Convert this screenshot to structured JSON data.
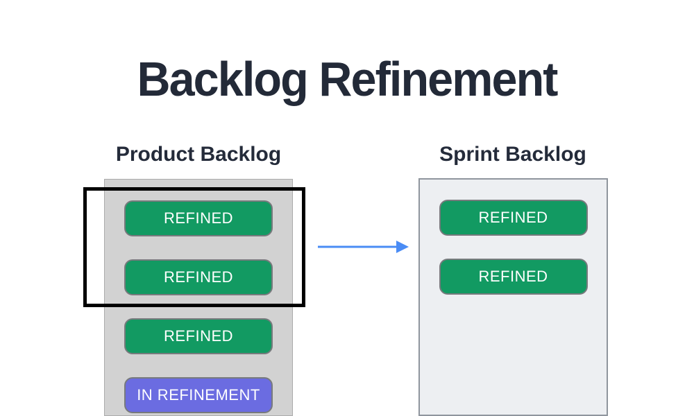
{
  "page": {
    "title": "Backlog Refinement",
    "background": "#ffffff"
  },
  "colors": {
    "title_text": "#232a38",
    "heading_text": "#242b3a",
    "refined_green": "#129a62",
    "in_refinement_purple": "#6b6ce1",
    "arrow_blue": "#4a8cf5",
    "product_container_bg": "#d2d2d2",
    "sprint_container_bg": "#edeff2",
    "item_border_gray": "#777a7d",
    "highlight_outline": "#000000",
    "item_text": "#ffffff"
  },
  "product_backlog": {
    "heading": "Product Backlog",
    "items": [
      {
        "label": "REFINED",
        "status": "refined"
      },
      {
        "label": "REFINED",
        "status": "refined"
      },
      {
        "label": "REFINED",
        "status": "refined"
      },
      {
        "label": "IN REFINEMENT",
        "status": "in-refinement"
      }
    ]
  },
  "sprint_backlog": {
    "heading": "Sprint Backlog",
    "items": [
      {
        "label": "REFINED",
        "status": "refined"
      },
      {
        "label": "REFINED",
        "status": "refined"
      }
    ]
  },
  "arrow": {
    "direction": "right",
    "from": "product-backlog-highlighted-items",
    "to": "sprint-backlog",
    "color": "#4a8cf5"
  },
  "highlight": {
    "shape": "rectangle-outline",
    "encloses": [
      "product_backlog.items.0",
      "product_backlog.items.1"
    ]
  }
}
